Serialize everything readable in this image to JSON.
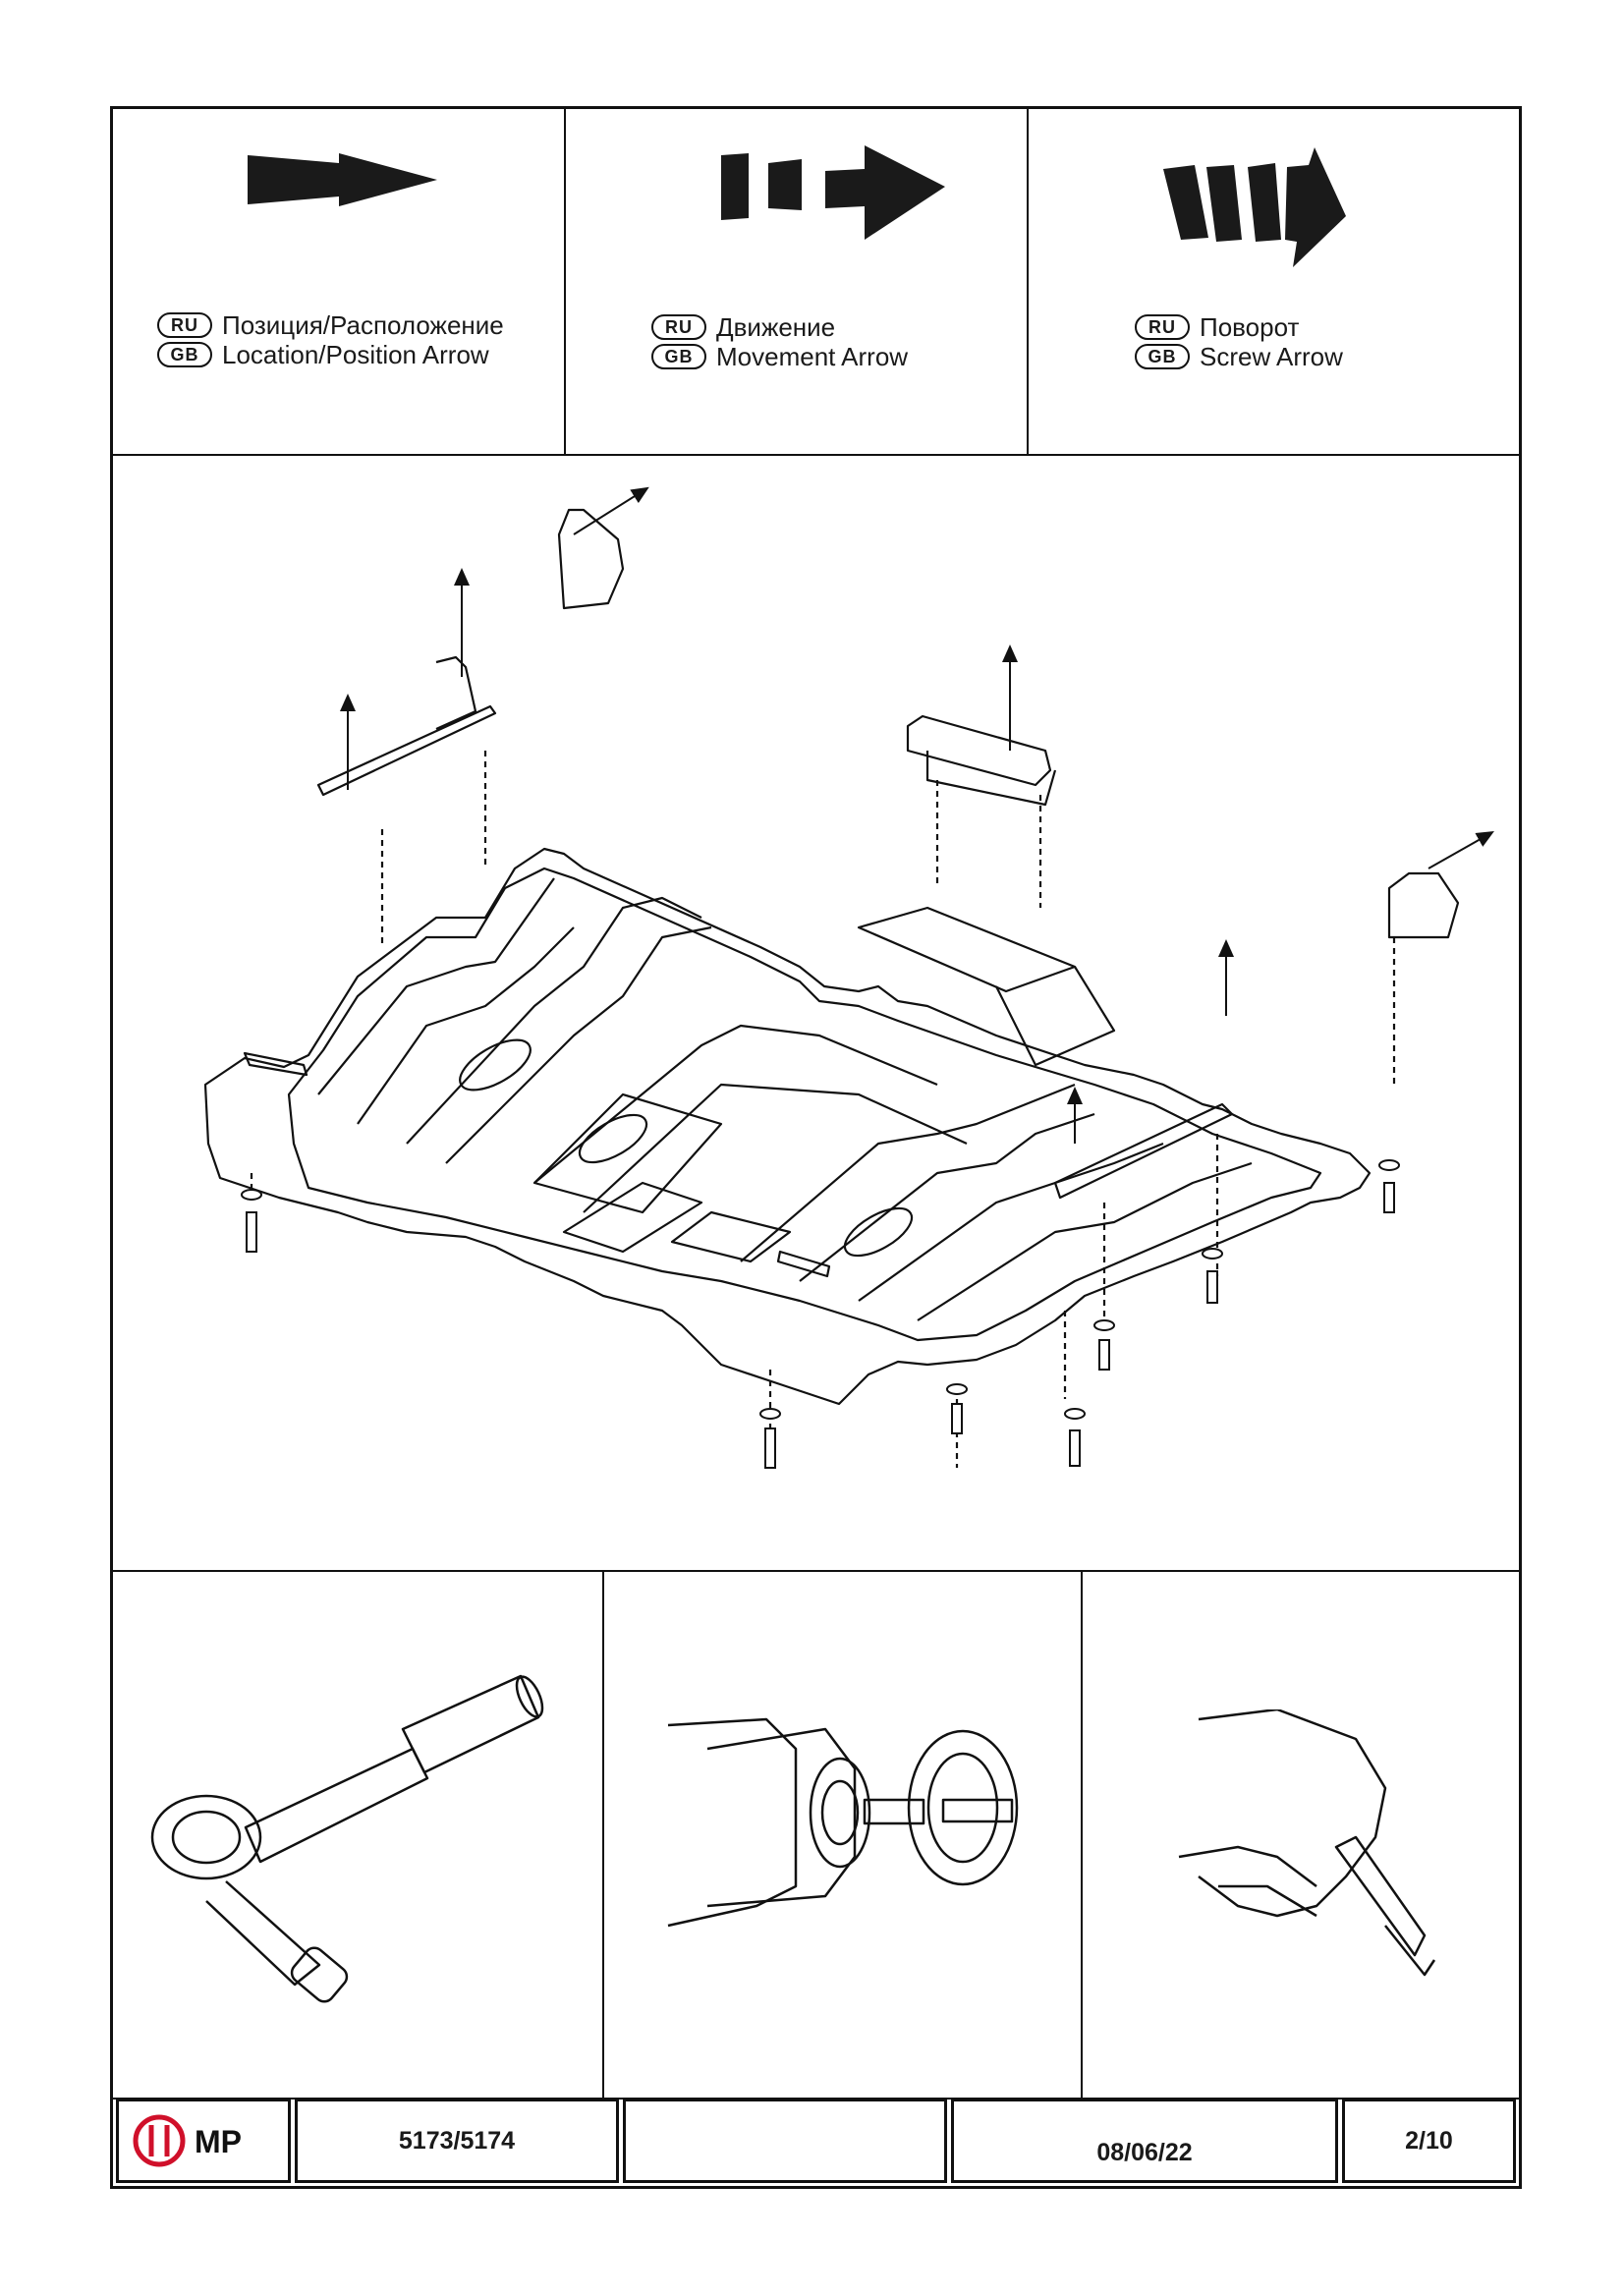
{
  "legend": [
    {
      "ru_badge": "RU",
      "gb_badge": "GB",
      "ru_label": "Позиция/Расположение",
      "gb_label": "Location/Position Arrow",
      "icon": "solid-arrow-icon"
    },
    {
      "ru_badge": "RU",
      "gb_badge": "GB",
      "ru_label": "Движение",
      "gb_label": "Movement Arrow",
      "icon": "dashed-arrow-icon"
    },
    {
      "ru_badge": "RU",
      "gb_badge": "GB",
      "ru_label": "Поворот",
      "gb_label": "Screw Arrow",
      "icon": "curved-arrow-icon"
    }
  ],
  "tools": [
    "ratchet-wrench-icon",
    "drill-hole-saw-icon",
    "utility-knife-icon"
  ],
  "footer": {
    "logo_text": "MP",
    "part_number": "5173/5174",
    "blank": "",
    "date": "08/06/22",
    "page": "2/10"
  },
  "colors": {
    "logo_red": "#d0102a",
    "line": "#111111"
  }
}
